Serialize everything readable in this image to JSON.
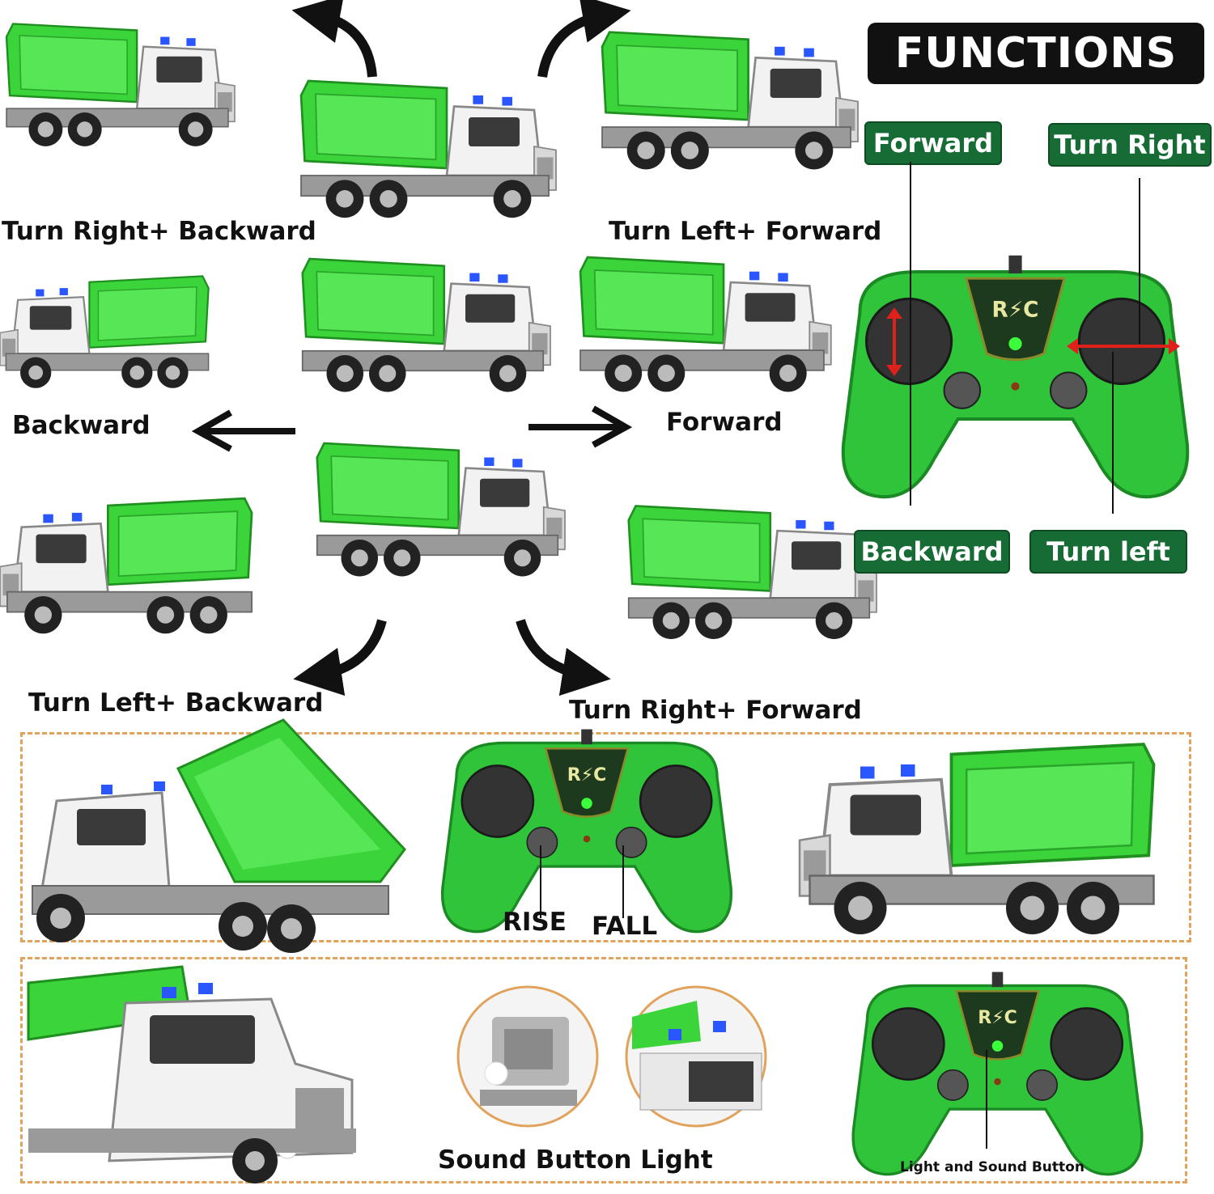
{
  "functions_title": "FUNCTIONS",
  "controller_labels": {
    "forward": "Forward",
    "turn_right": "Turn Right",
    "backward": "Backward",
    "turn_left": "Turn left"
  },
  "movement_labels": {
    "turn_right_backward": "Turn Right+ Backward",
    "turn_left_forward": "Turn Left+ Forward",
    "backward": "Backward",
    "forward": "Forward",
    "turn_left_backward": "Turn Left+ Backward",
    "turn_right_forward": "Turn Right+ Forward"
  },
  "dump_panel": {
    "rise": "RISE",
    "fall": "FALL"
  },
  "sound_panel": {
    "caption": "Sound Button Light",
    "button_label": "Light and Sound Button"
  },
  "logo_text": "R⚡C",
  "colors": {
    "truck_green": "#3bd43b",
    "controller_green": "#2fc43a",
    "badge_green": "#176b35",
    "dash_orange": "#e1a35c",
    "arrow_red": "#e0201a"
  }
}
